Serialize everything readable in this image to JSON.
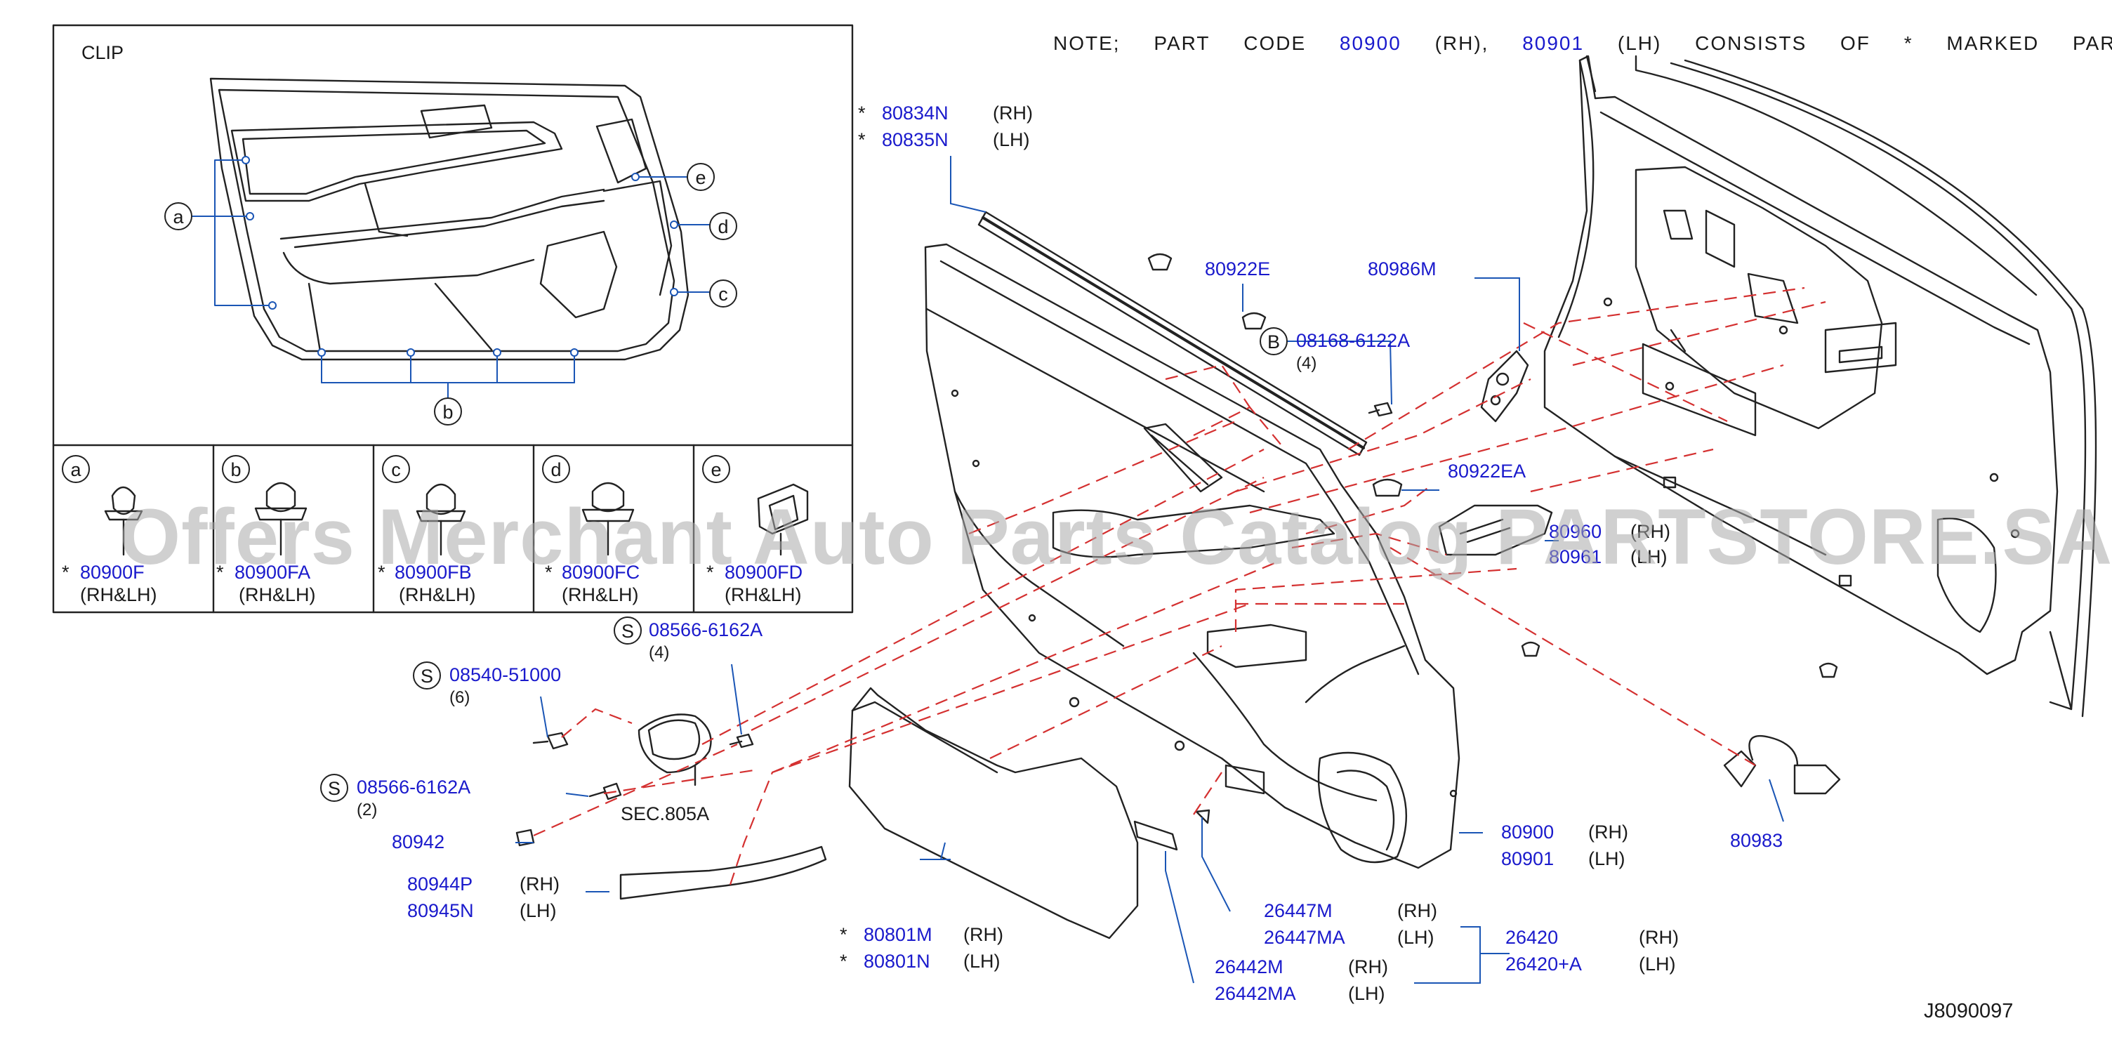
{
  "diagram": {
    "note": {
      "w1": "NOTE;",
      "w2": "PART",
      "w3": "CODE",
      "code_rh": "80900",
      "rh": "(RH),",
      "code_lh": "80901",
      "lh": "(LH)",
      "w4": "CONSISTS",
      "w5": "OF",
      "w6": "*",
      "w7": "MARKED",
      "w8": "PARTS"
    },
    "clip_box": {
      "title": "CLIP",
      "callouts": [
        "a",
        "b",
        "c",
        "d",
        "e"
      ],
      "cells": [
        {
          "letter": "a",
          "part": "80900F",
          "side": "(RH&LH)"
        },
        {
          "letter": "b",
          "part": "80900FA",
          "side": "(RH&LH)"
        },
        {
          "letter": "c",
          "part": "80900FB",
          "side": "(RH&LH)"
        },
        {
          "letter": "d",
          "part": "80900FC",
          "side": "(RH&LH)"
        },
        {
          "letter": "e",
          "part": "80900FD",
          "side": "(RH&LH)"
        }
      ]
    },
    "labels": {
      "p80834n": "80834N",
      "p80835n": "80835N",
      "p80922e": "80922E",
      "p80986m": "80986M",
      "p08168": "08168-6122A",
      "q08168": "(4)",
      "p80922ea": "80922EA",
      "p80960": "80960",
      "p80961": "80961",
      "p08566a": "08566-6162A",
      "q08566a": "(4)",
      "p08540": "08540-51000",
      "q08540": "(6)",
      "p08566b": "08566-6162A",
      "q08566b": "(2)",
      "sec805a": "SEC.805A",
      "p80942": "80942",
      "p80944p": "80944P",
      "p80945n": "80945N",
      "p80801m": "80801M",
      "p80801n": "80801N",
      "p80900": "80900",
      "p80901": "80901",
      "p26447m": "26447M",
      "p26447ma": "26447MA",
      "p26442m": "26442M",
      "p26442ma": "26442MA",
      "p26420": "26420",
      "p26420a": "26420+A",
      "p80983": "80983",
      "rh": "(RH)",
      "lh": "(LH)",
      "star": "*",
      "s": "S",
      "b": "B"
    },
    "diagram_code": "J8090097",
    "watermark": "Offers Merchant Auto Parts Catalog PARTSTORE.SA"
  }
}
